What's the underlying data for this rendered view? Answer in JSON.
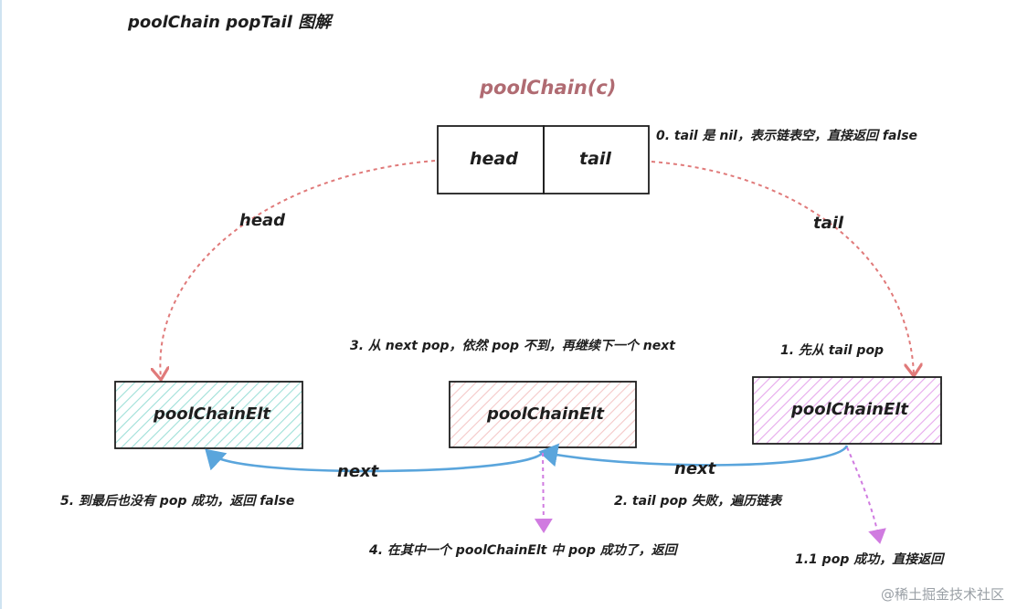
{
  "title": "poolChain popTail 图解",
  "chain": {
    "label": "poolChain(c)",
    "head_cell": "head",
    "tail_cell": "tail"
  },
  "edges": {
    "head": "head",
    "tail": "tail",
    "next_left": "next",
    "next_right": "next"
  },
  "nodes": [
    {
      "label": "poolChainElt",
      "fill": "#9fe0d8"
    },
    {
      "label": "poolChainElt",
      "fill": "#f4c8c8"
    },
    {
      "label": "poolChainElt",
      "fill": "#e6a8ec"
    }
  ],
  "notes": {
    "step0": "0. tail 是 nil，表示链表空，直接返回 false",
    "step1": "1. 先从 tail pop",
    "step1_1": "1.1 pop 成功，直接返回",
    "step2": "2. tail pop 失败，遍历链表",
    "step3": "3. 从 next pop，依然 pop 不到，再继续下一个 next",
    "step4": "4. 在其中一个 poolChainElt 中 pop 成功了，返回",
    "step5": "5. 到最后也没有 pop 成功，返回 false"
  },
  "colors": {
    "red_arrow": "#e07a7a",
    "blue_arrow": "#5aa5dc",
    "pink_arrow": "#d07be0",
    "box_stroke": "#1e1e1e"
  },
  "watermark": "@稀土掘金技术社区"
}
